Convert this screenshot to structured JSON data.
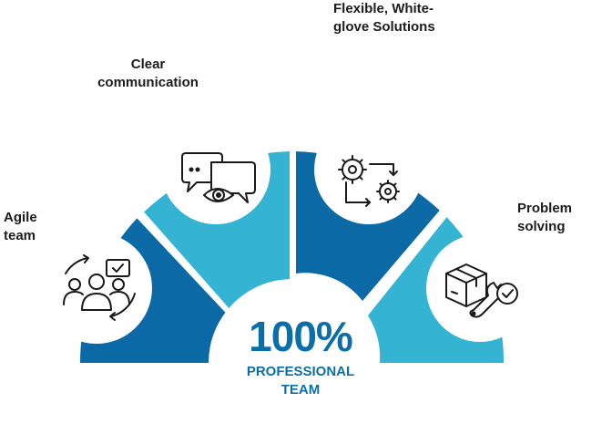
{
  "segments": [
    {
      "label_lines": [
        "Agile",
        "team"
      ],
      "icon": "team-sync-icon"
    },
    {
      "label_lines": [
        "Clear",
        "communication"
      ],
      "icon": "chat-eye-icon"
    },
    {
      "label_lines": [
        "Flexible, White-",
        "glove Solutions"
      ],
      "icon": "gears-cycle-icon"
    },
    {
      "label_lines": [
        "Problem",
        "solving"
      ],
      "icon": "box-wrench-check-icon"
    }
  ],
  "center": {
    "value": "100%",
    "subtitle_lines": [
      "PROFESSIONAL",
      "TEAM"
    ]
  },
  "colors": {
    "dark_blue": "#0b6aa5",
    "light_blue": "#34b3d2",
    "text": "#1c1c1c",
    "accent_text": "#0c6ea6"
  }
}
